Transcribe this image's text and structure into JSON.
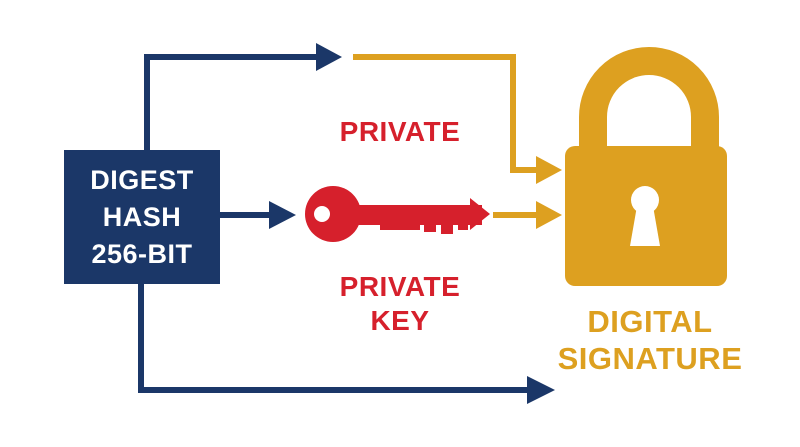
{
  "colors": {
    "navy": "#1b3768",
    "gold": "#dda020",
    "red": "#d6202c",
    "white": "#ffffff"
  },
  "hash_box": {
    "lines": [
      "DIGEST",
      "HASH",
      "256-BIT"
    ]
  },
  "labels": {
    "top": "PRIVATE",
    "key_lines": [
      "PRIVATE",
      "KEY"
    ],
    "signature_lines": [
      "DIGITAL",
      "SIGNATURE"
    ]
  },
  "icons": {
    "key": "key-icon",
    "padlock": "padlock-icon"
  }
}
